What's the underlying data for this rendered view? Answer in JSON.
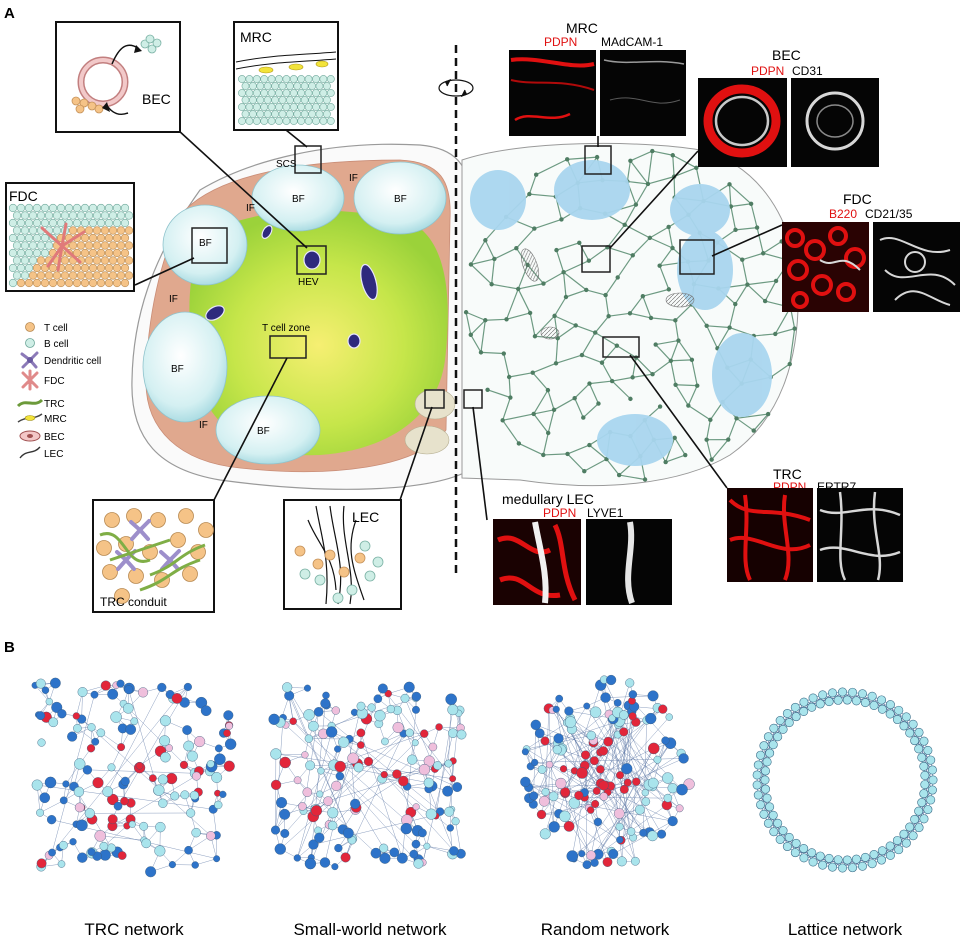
{
  "panel_a": {
    "label": "A",
    "regions": {
      "scs": "SCS",
      "bf": "BF",
      "if": "IF",
      "hev": "HEV",
      "t_cell_zone": "T cell zone"
    },
    "legend": [
      {
        "label": "T cell",
        "icon": "t-cell-icon"
      },
      {
        "label": "B cell",
        "icon": "b-cell-icon"
      },
      {
        "label": "Dendritic cell",
        "icon": "dendritic-cell-icon"
      },
      {
        "label": "FDC",
        "icon": "fdc-icon"
      },
      {
        "label": "TRC",
        "icon": "trc-icon"
      },
      {
        "label": "MRC",
        "icon": "mrc-icon"
      },
      {
        "label": "BEC",
        "icon": "bec-icon"
      },
      {
        "label": "LEC",
        "icon": "lec-icon"
      }
    ],
    "insets": {
      "bec": "BEC",
      "mrc": "MRC",
      "fdc": "FDC",
      "trc": "TRC conduit",
      "lec": "LEC"
    },
    "stains": {
      "mrc": {
        "title": "MRC",
        "red": "PDPN",
        "white": "MAdCAM-1"
      },
      "bec": {
        "title": "BEC",
        "red": "PDPN",
        "white": "CD31"
      },
      "fdc": {
        "title": "FDC",
        "red": "B220",
        "white": "CD21/35"
      },
      "trc": {
        "title": "TRC",
        "red": "PDPN",
        "white": "ERTR7"
      },
      "lec": {
        "title": "medullary LEC",
        "red": "PDPN",
        "white": "LYVE1"
      }
    }
  },
  "panel_b": {
    "label": "B",
    "networks": [
      {
        "title": "TRC network"
      },
      {
        "title": "Small-world network"
      },
      {
        "title": "Random network"
      },
      {
        "title": "Lattice network"
      }
    ]
  },
  "colors": {
    "t_cell": "#f5c387",
    "b_cell": "#cfeee6",
    "t_zone": "#b9df3c",
    "follicle": "#bfe7ef",
    "follicle_right": "#a9d6ef",
    "interfollicular": "#e0a88e",
    "hev": "#2e2a7d",
    "stain_red": "#e01010",
    "node_cyan": "#a9e4ec",
    "node_blue": "#2d73c9",
    "node_pink": "#efbfdc",
    "node_red": "#e2263a",
    "edge": "#5e78a6"
  }
}
